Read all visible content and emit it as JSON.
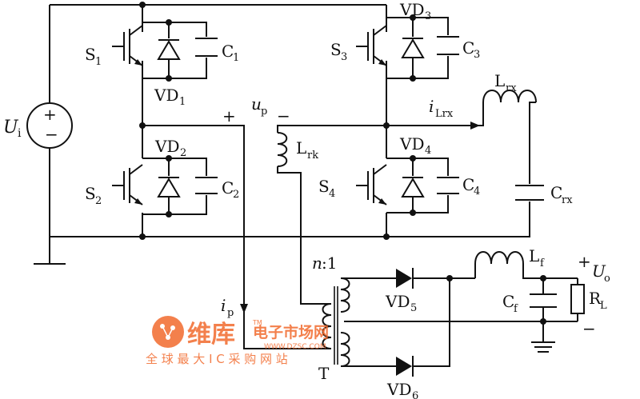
{
  "labels": {
    "Ui": "U",
    "Ui_sub": "i",
    "s1": "S",
    "s1_sub": "1",
    "s2": "S",
    "s2_sub": "2",
    "s3": "S",
    "s3_sub": "3",
    "s4": "S",
    "s4_sub": "4",
    "c1": "C",
    "c1_sub": "1",
    "c2": "C",
    "c2_sub": "2",
    "c3": "C",
    "c3_sub": "3",
    "c4": "C",
    "c4_sub": "4",
    "vd1": "VD",
    "vd1_sub": "1",
    "vd2": "VD",
    "vd2_sub": "2",
    "vd3": "VD",
    "vd3_sub": "3",
    "vd4": "VD",
    "vd4_sub": "4",
    "vd5": "VD",
    "vd5_sub": "5",
    "vd6": "VD",
    "vd6_sub": "6",
    "up_plus": "+",
    "up": "u",
    "up_sub": "p",
    "up_minus": "−",
    "lrk": "L",
    "lrk_sub": "rk",
    "ilrx": "i",
    "ilrx_sub": "Lrx",
    "lrx": "L",
    "lrx_sub": "rx",
    "crx": "C",
    "crx_sub": "rx",
    "ratio": "n",
    "ratio_rest": ":1",
    "ip": "i",
    "ip_sub": "p",
    "trafo": "T",
    "lf": "L",
    "lf_sub": "f",
    "cf": "C",
    "cf_sub": "f",
    "rl": "R",
    "rl_sub": "L",
    "uo_plus": "+",
    "uo": "U",
    "uo_sub": "o",
    "uo_minus": "−",
    "src_plus": "+",
    "src_minus": "−"
  },
  "watermark": {
    "brand": "维库",
    "brand2": "电子市场网",
    "url": "WWW.DZSC.COM",
    "tagline": "全 球 最 大 I C 采 购 网 站",
    "tm": "TM"
  },
  "colors": {
    "line": "#111111",
    "watermark": "#f26a2d"
  }
}
